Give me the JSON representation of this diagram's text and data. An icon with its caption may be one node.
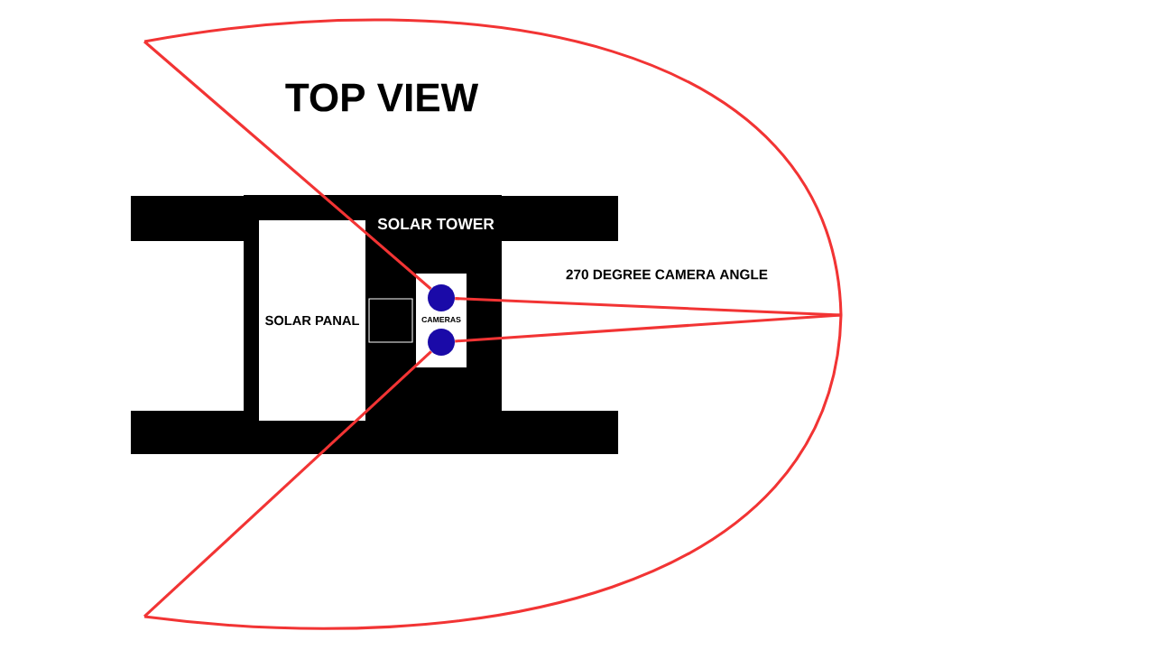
{
  "diagram": {
    "title": "TOP VIEW",
    "nodes": [
      {
        "text": [
          "SOLAR TOWER"
        ]
      },
      {
        "text": [
          "SOLAR PANAL"
        ],
        "in": 0
      },
      {
        "text": [],
        "shape": "box",
        "in": 0
      },
      {
        "text": [
          "CAMERAS"
        ],
        "in": 0
      },
      {
        "text": [],
        "shape": "circle",
        "in": 3
      },
      {
        "text": [],
        "shape": "circle",
        "in": 3
      },
      {
        "text": [],
        "shape": "bar"
      },
      {
        "text": [],
        "shape": "bar"
      },
      {
        "text": [],
        "shape": "bar"
      },
      {
        "text": [],
        "shape": "bar"
      }
    ],
    "edges": [
      {
        "from": 4,
        "to": null,
        "arrow": "none"
      },
      {
        "from": 4,
        "to": null,
        "arrow": "none"
      },
      {
        "from": 5,
        "to": null,
        "arrow": "none"
      },
      {
        "from": 5,
        "to": null,
        "arrow": "none"
      }
    ],
    "labels": [
      "270 DEGREE CAMERA ANGLE"
    ]
  }
}
